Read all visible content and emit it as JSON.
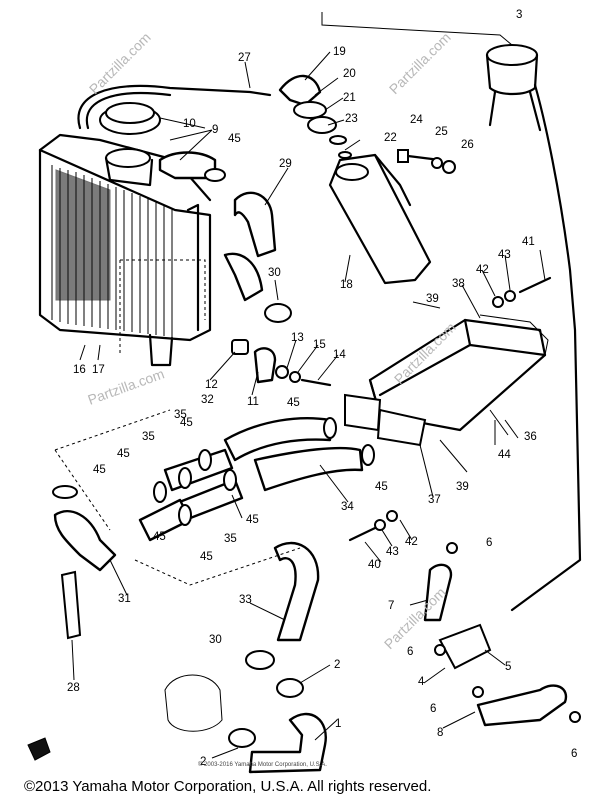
{
  "diagram": {
    "callouts": [
      "1",
      "2",
      "2",
      "3",
      "4",
      "5",
      "6",
      "6",
      "6",
      "6",
      "7",
      "8",
      "9",
      "10",
      "11",
      "12",
      "13",
      "14",
      "15",
      "16",
      "17",
      "18",
      "19",
      "20",
      "21",
      "22",
      "23",
      "24",
      "25",
      "26",
      "27",
      "28",
      "29",
      "30",
      "30",
      "31",
      "32",
      "33",
      "34",
      "35",
      "35",
      "35",
      "36",
      "37",
      "38",
      "39",
      "39",
      "40",
      "41",
      "42",
      "42",
      "43",
      "43",
      "44",
      "45",
      "45",
      "45",
      "45",
      "45",
      "45",
      "45",
      "45",
      "45"
    ],
    "watermark": "Partzilla.com",
    "small_copyright": "© 2003-2016 Yamaha Motor Corporation, U.S.A.",
    "footer": "©2013 Yamaha Motor Corporation, U.S.A. All rights reserved."
  },
  "colors": {
    "line": "#000000",
    "background": "#ffffff",
    "watermark": "#b8b8b8"
  }
}
